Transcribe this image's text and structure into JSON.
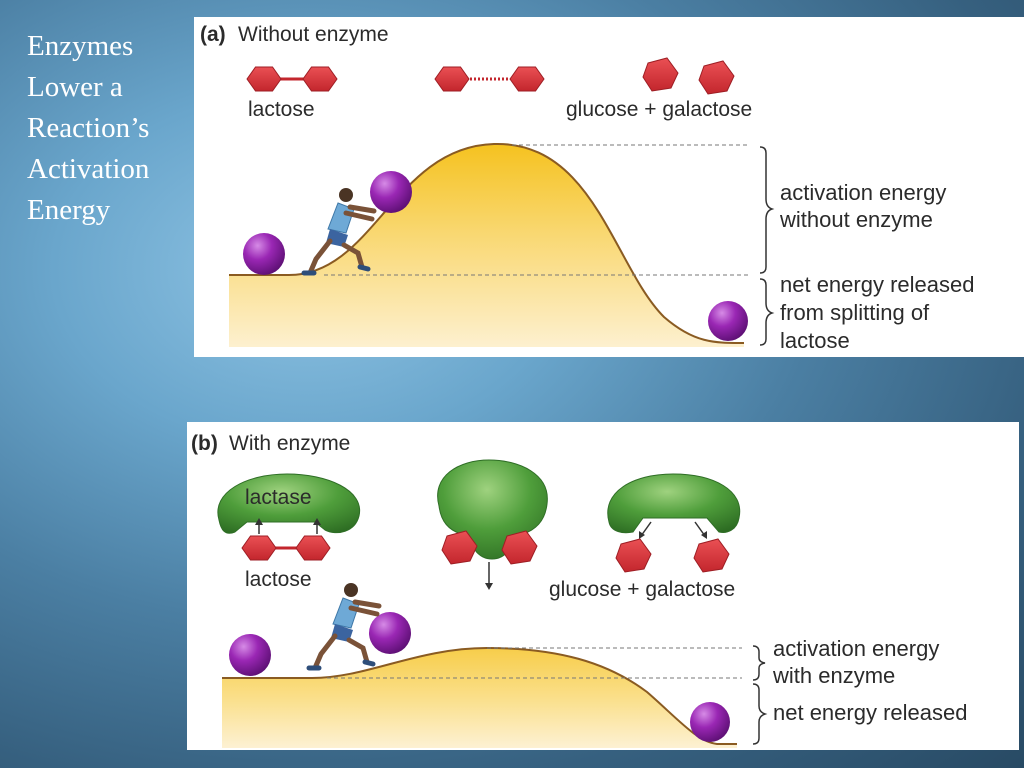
{
  "slide": {
    "title_lines": [
      "Enzymes",
      "Lower a",
      "Reaction’s",
      "Activation",
      "Energy"
    ]
  },
  "panel_a": {
    "letter": "(a)",
    "title": "Without enzyme",
    "lactose_label": "lactose",
    "products_label": "glucose + galactose",
    "activation_label_1": "activation energy",
    "activation_label_2": "without enzyme",
    "released_label_1": "net energy released",
    "released_label_2": "from splitting of",
    "released_label_3": "lactose"
  },
  "panel_b": {
    "letter": "(b)",
    "title": "With enzyme",
    "enzyme_label": "lactase",
    "lactose_label": "lactose",
    "products_label": "glucose + galactose",
    "activation_label_1": "activation energy",
    "activation_label_2": "with enzyme",
    "released_label": "net energy released"
  },
  "colors": {
    "molecule_red": "#d9343a",
    "enzyme_green": "#4e9e3c",
    "ball_purple": "#8a1fa0",
    "hill_yellow": "#f6c532"
  }
}
